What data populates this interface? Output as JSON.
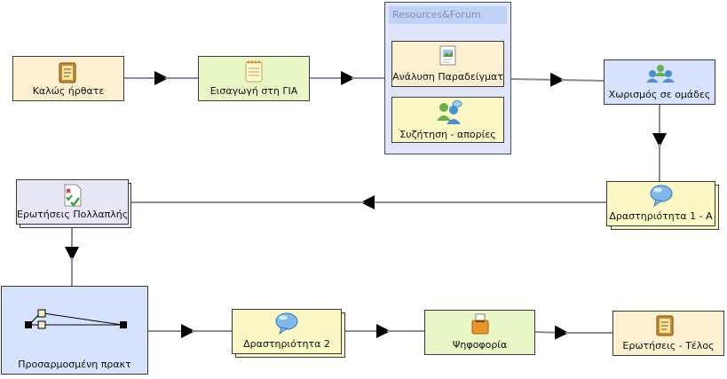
{
  "colors": {
    "yellow": "#fdf0d0",
    "green": "#e8f6c6",
    "blue": "#d6e2fb",
    "lightyellow": "#fbf8c6",
    "lavender": "#e7e7f5",
    "group": "#dfe6fb",
    "group_header": "#bfd2f8",
    "line": "#8a8aa0"
  },
  "nodes": {
    "welcome": "Καλώς ήρθατε",
    "intro": "Εισαγωγή στη ΓΙΑ",
    "group_title": "Resources&Forum",
    "analysis": "Ανάλυση Παραδείγματ",
    "discussion": "Συζήτηση - απορίες",
    "grouping": "Χωρισμός σε ομάδες",
    "activity1": "Δραστηριότητα 1 - Α",
    "mcq": "Ερωτήσεις Πολλαπλής",
    "custom": "Προσαρμοσμένη πρακτ",
    "activity2": "Δραστηριότητα 2",
    "vote": "Ψηφοφορία",
    "final_questions": "Ερωτήσεις - Τέλος"
  }
}
